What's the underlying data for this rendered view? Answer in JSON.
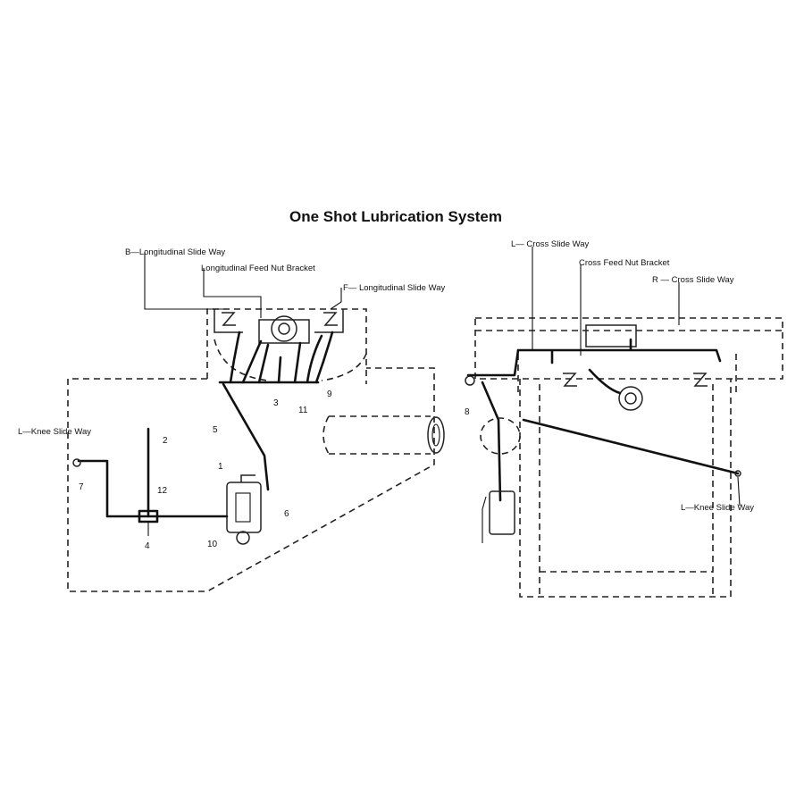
{
  "title": "One Shot Lubrication System",
  "left_view": {
    "labels": {
      "b_longitudinal_slide_way": "B—Longitudinal Slide Way",
      "longitudinal_feed_nut_bracket": "Longitudinal Feed Nut Bracket",
      "f_longitudinal_slide_way": "F— Longitudinal Slide Way",
      "l_knee_slide_way": "L—Knee Slide Way"
    },
    "numbers": {
      "n1": "1",
      "n2": "2",
      "n3": "3",
      "n4": "4",
      "n5": "5",
      "n6": "6",
      "n7": "7",
      "n9": "9",
      "n10": "10",
      "n11": "11",
      "n12": "12"
    }
  },
  "right_view": {
    "labels": {
      "l_cross_slide_way": "L— Cross Slide Way",
      "cross_feed_nut_bracket": "Cross Feed Nut Bracket",
      "r_cross_slide_way": "R — Cross Slide Way",
      "l_knee_slide_way": "L—Knee Slide Way"
    },
    "numbers": {
      "n8": "8"
    }
  }
}
